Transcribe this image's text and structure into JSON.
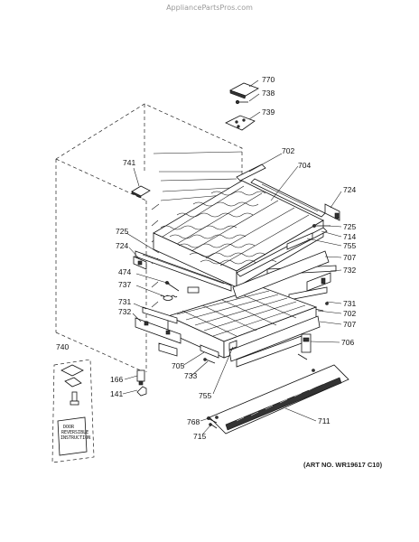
{
  "header": {
    "site": "AppliancePartsPros.com"
  },
  "footer": {
    "art_no": "(ART NO. WR19617 C10)"
  },
  "instruction_card": {
    "lines": [
      "DOOR",
      "REVERSIBLE",
      "INSTRUCTION"
    ]
  },
  "callouts": {
    "c770": "770",
    "c738": "738",
    "c739": "739",
    "c741": "741",
    "c702a": "702",
    "c704": "704",
    "c724a": "724",
    "c725a": "725",
    "c725b": "725",
    "c714": "714",
    "c724b": "724",
    "c755a": "755",
    "c707a": "707",
    "c732a": "732",
    "c474": "474",
    "c737": "737",
    "c731a": "731",
    "c731b": "731",
    "c732b": "732",
    "c702b": "702",
    "c707b": "707",
    "c706": "706",
    "c740": "740",
    "c705": "705",
    "c733": "733",
    "c166": "166",
    "c141": "141",
    "c755b": "755",
    "c768": "768",
    "c711": "711",
    "c715": "715"
  }
}
